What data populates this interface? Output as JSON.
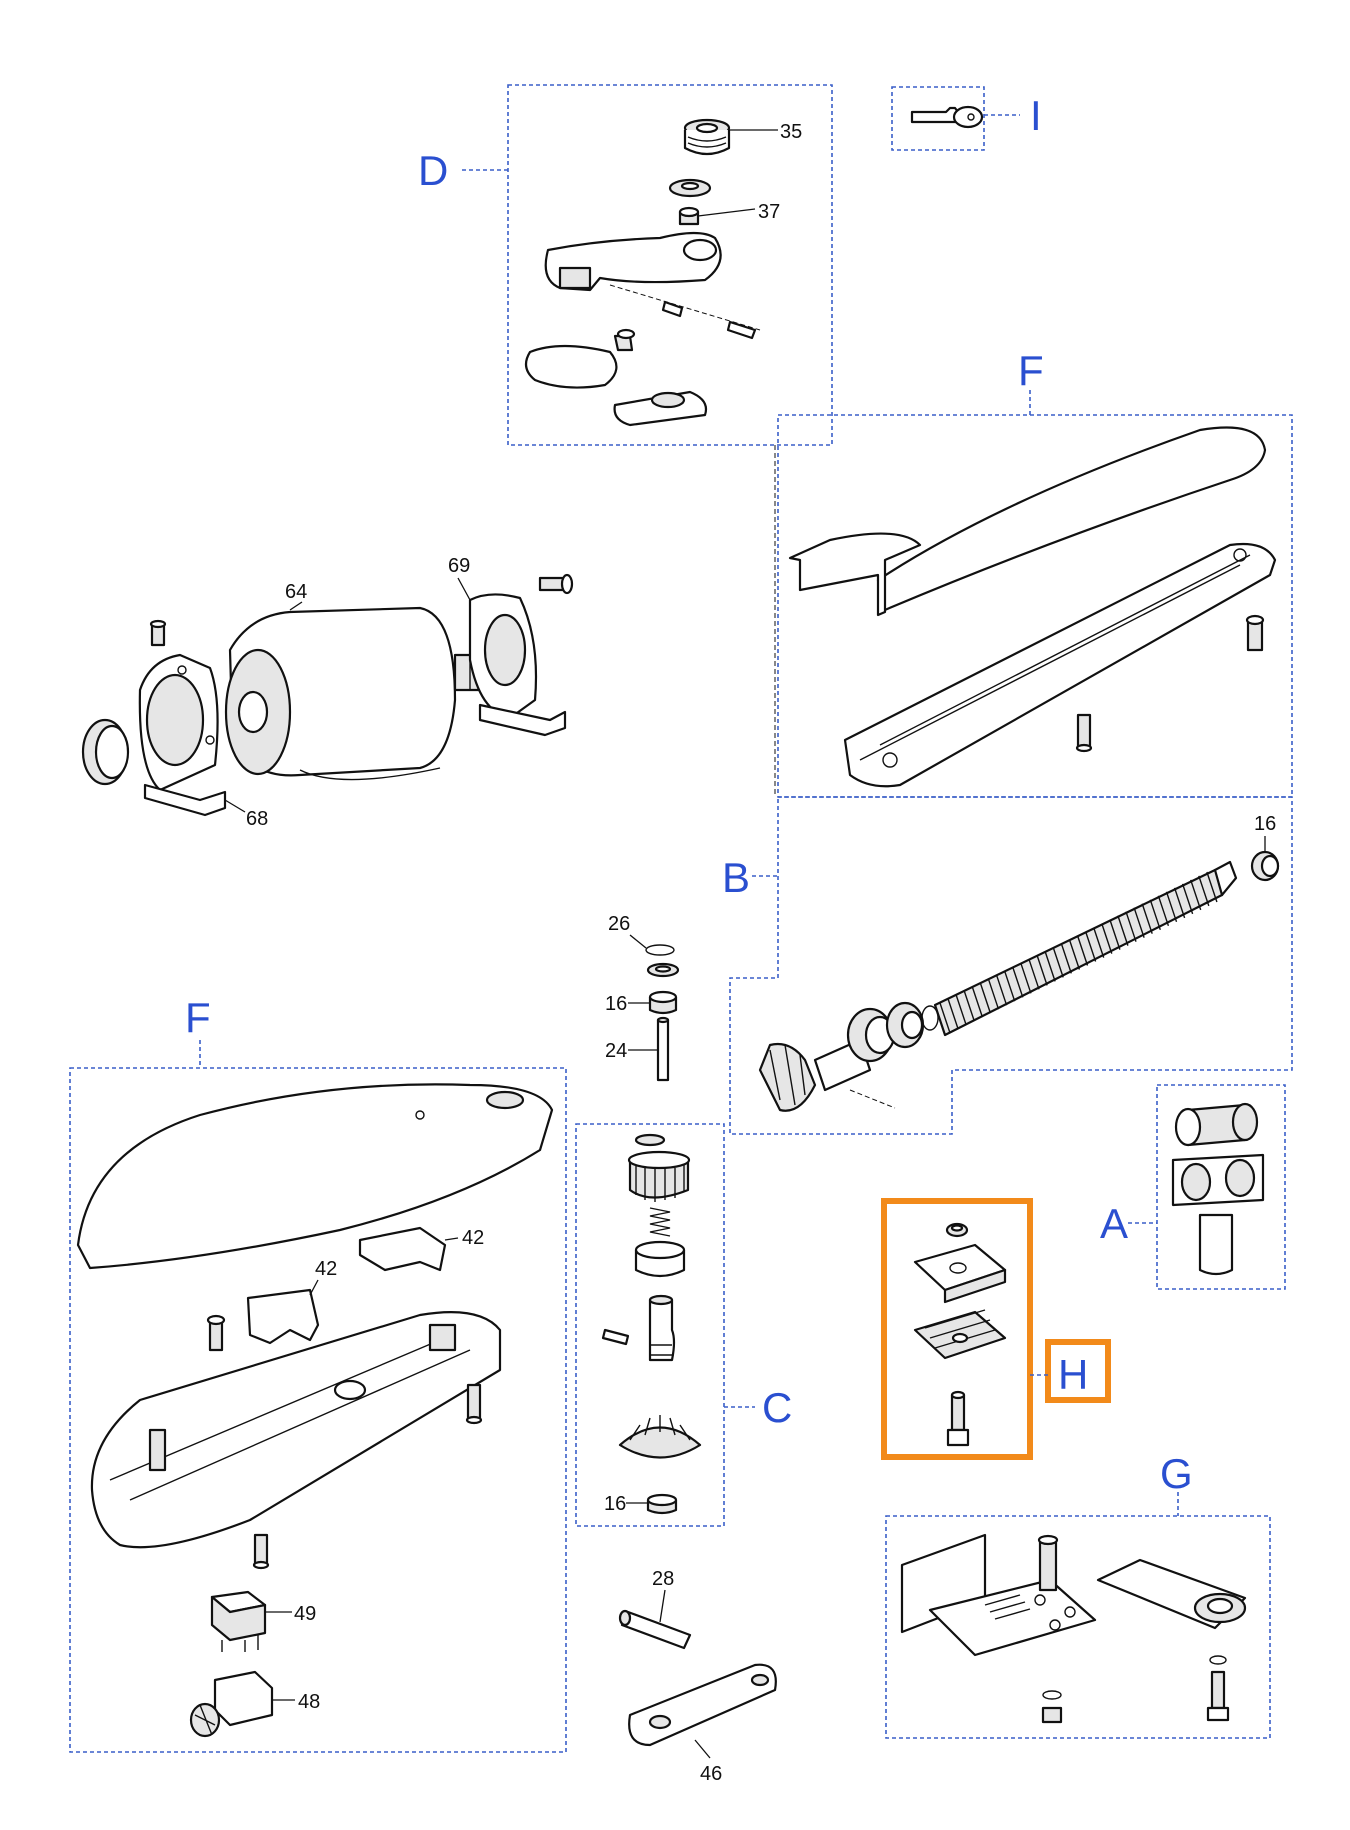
{
  "sections": {
    "A": "A",
    "B": "B",
    "C": "C",
    "D": "D",
    "F_top": "F",
    "F_left": "F",
    "G": "G",
    "H": "H",
    "I": "I"
  },
  "part_numbers": {
    "n35": "35",
    "n37": "37",
    "n64": "64",
    "n69": "69",
    "n68": "68",
    "n16_screw": "16",
    "n26": "26",
    "n16_a": "16",
    "n24": "24",
    "n42_a": "42",
    "n42_b": "42",
    "n49": "49",
    "n48": "48",
    "n16_c": "16",
    "n28": "28",
    "n46": "46"
  },
  "colors": {
    "section_border": "#3a5fc8",
    "section_letter": "#2a4fd0",
    "highlight": "#f28a1a"
  }
}
